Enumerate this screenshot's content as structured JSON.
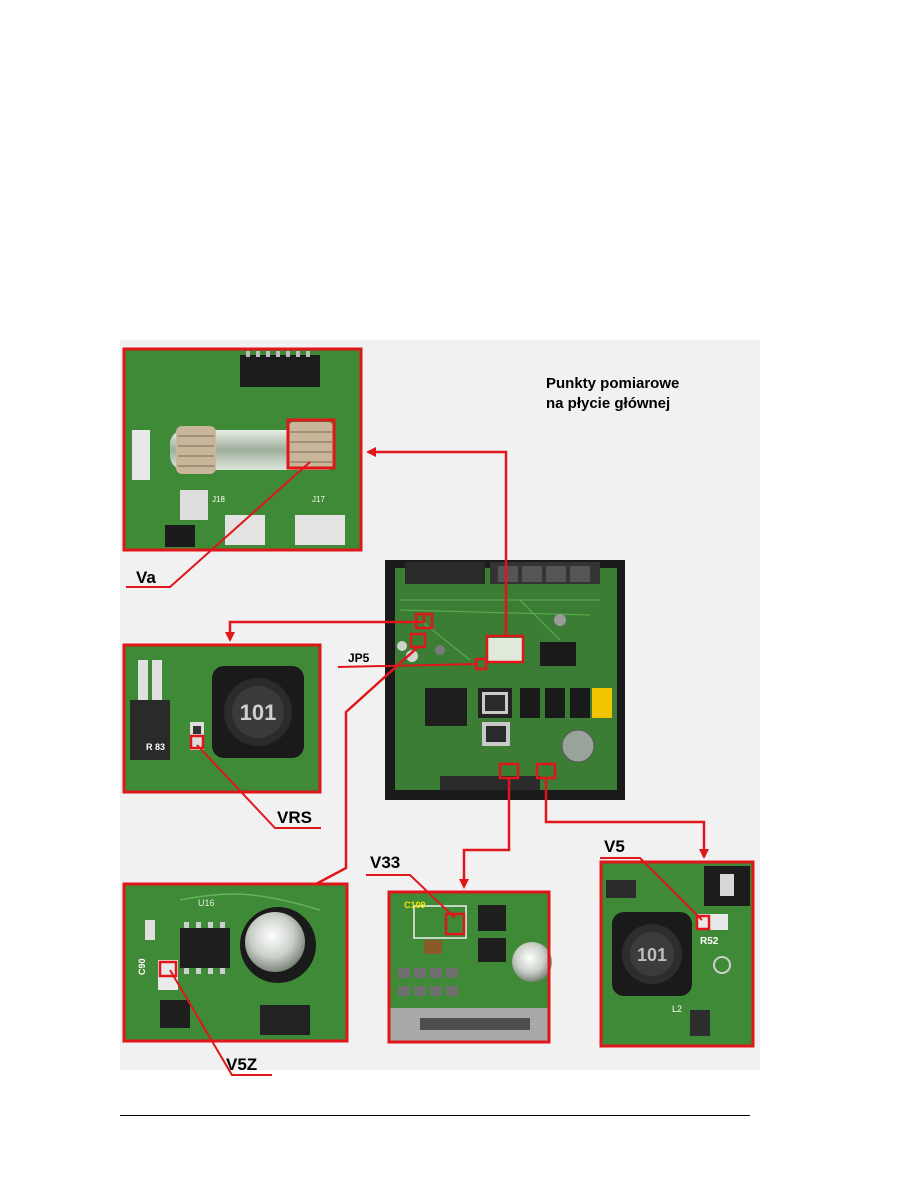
{
  "title_lines": [
    "Punkty pomiarowe",
    "na płycie głównej"
  ],
  "labels": {
    "va": "Va",
    "jp5": "JP5",
    "vrs": "VRS",
    "r83": "R 83",
    "v33": "V33",
    "c109": "C109",
    "v5": "V5",
    "r52": "R52",
    "v5z": "V5Z",
    "c90": "C90"
  },
  "components": {
    "inductor_marking": "101",
    "connector_j18": "J18",
    "connector_j17": "J17",
    "ic_u16": "U16",
    "inductor_l2": "L2"
  },
  "colors": {
    "callout": "#e0161b",
    "pcb_green": "#3e8a36",
    "pcb_dark": "#1f3d1c",
    "highlight_yellow": "#f2e600"
  }
}
